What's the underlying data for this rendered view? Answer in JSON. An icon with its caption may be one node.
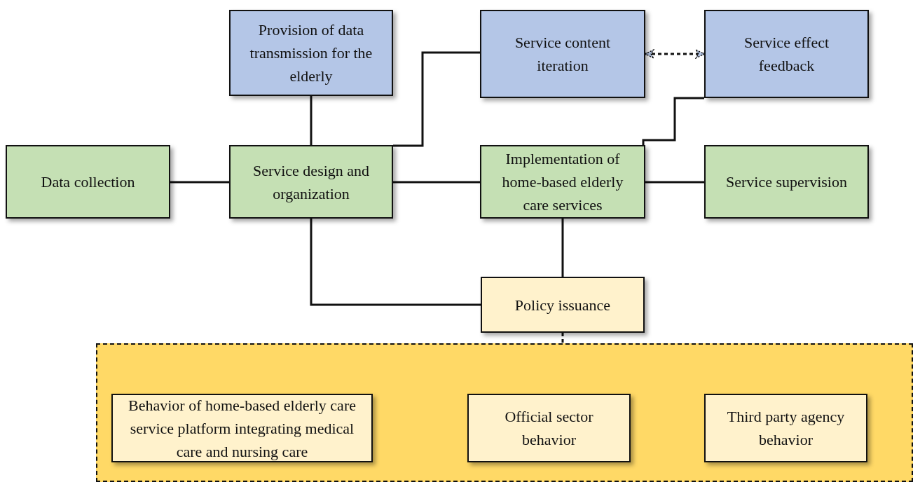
{
  "diagram": {
    "nodes": [
      {
        "text": [
          "Provision of data transmission for the elderly"
        ]
      },
      {
        "text": [
          "Service content iteration"
        ]
      },
      {
        "text": [
          "Service effect feedback"
        ]
      },
      {
        "text": [
          "Data collection"
        ]
      },
      {
        "text": [
          "Service design and organization"
        ]
      },
      {
        "text": [
          "Implementation of home-based elderly care services"
        ]
      },
      {
        "text": [
          "Service supervision"
        ]
      },
      {
        "text": [
          "Policy issuance"
        ]
      },
      {
        "text": [],
        "shape": "box"
      },
      {
        "text": [
          "Behavior of home-based elderly care service platform integrating medical care and nursing care"
        ],
        "in": 8
      },
      {
        "text": [
          "Official sector behavior"
        ],
        "in": 8
      },
      {
        "text": [
          "Third party agency behavior"
        ],
        "in": 8
      }
    ],
    "edges": [
      {
        "from": 0,
        "to": 4,
        "arrow": "none"
      },
      {
        "from": 4,
        "to": 1,
        "arrow": "none"
      },
      {
        "from": 1,
        "to": 2,
        "arrow": "both",
        "style": "dashed"
      },
      {
        "from": 2,
        "to": 5,
        "arrow": "none"
      },
      {
        "from": 3,
        "to": 4,
        "arrow": "none"
      },
      {
        "from": 4,
        "to": 5,
        "arrow": "none"
      },
      {
        "from": 5,
        "to": 6,
        "arrow": "none"
      },
      {
        "from": 5,
        "to": 7,
        "arrow": "none"
      },
      {
        "from": 4,
        "to": 7,
        "arrow": "none"
      },
      {
        "from": 7,
        "to": 8,
        "arrow": "none",
        "style": "dashed"
      }
    ]
  }
}
